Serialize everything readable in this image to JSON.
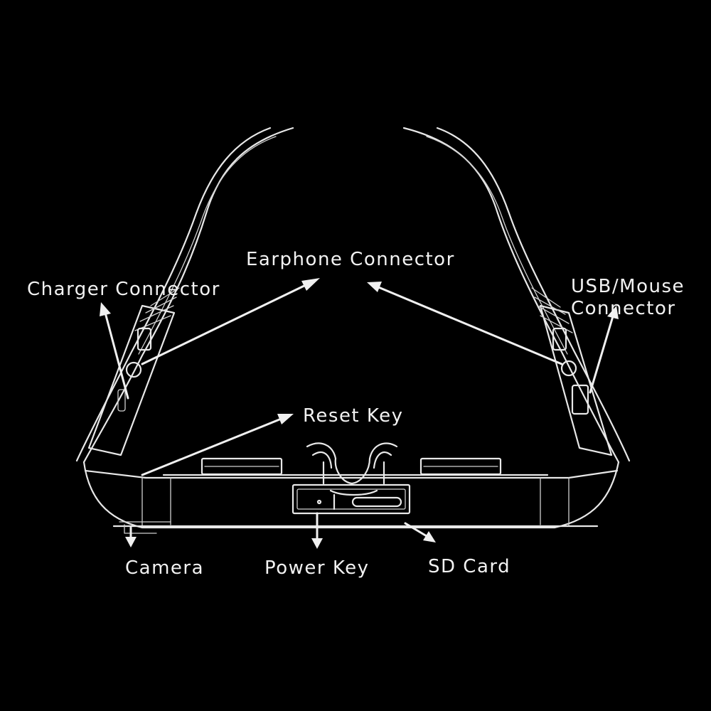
{
  "diagram": {
    "colors": {
      "background": "#000000",
      "line": "#e8e8e8",
      "text": "#f2f2f2"
    },
    "labels": {
      "earphone": "Earphone Connector",
      "charger": "Charger Connector",
      "usb_line1": "USB/Mouse",
      "usb_line2": "Connector",
      "reset": "Reset Key",
      "camera": "Camera",
      "power": "Power Key",
      "sd": "SD Card"
    }
  }
}
